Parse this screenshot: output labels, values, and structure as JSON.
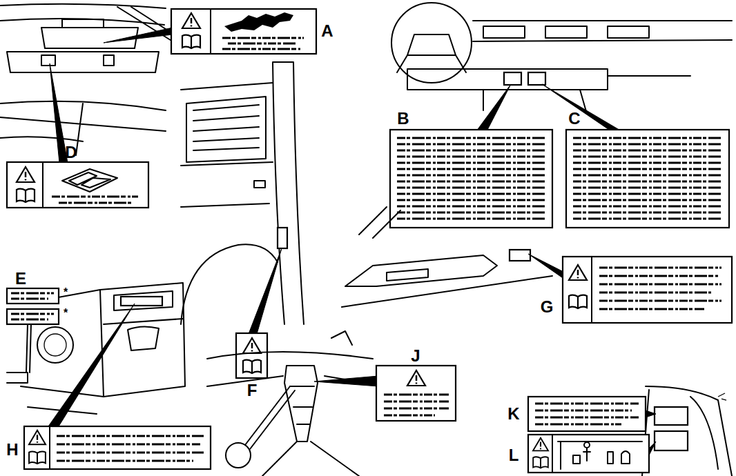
{
  "diagram": {
    "labels": [
      "A",
      "B",
      "C",
      "D",
      "F",
      "E",
      "*",
      "*",
      "G",
      "H",
      "J",
      "K",
      "L"
    ]
  }
}
